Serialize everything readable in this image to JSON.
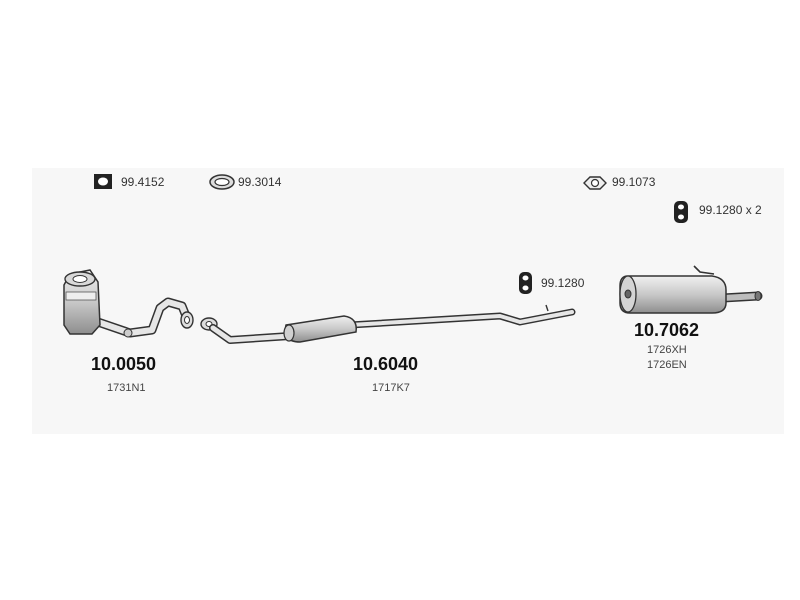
{
  "accessories": [
    {
      "icon": "square-gasket-icon",
      "code": "99.4152"
    },
    {
      "icon": "round-gasket-icon",
      "code": "99.3014"
    },
    {
      "icon": "hanger-clamp-icon",
      "code": "99.1073"
    },
    {
      "icon": "rubber-hanger-icon",
      "code": "99.1280 x 2"
    },
    {
      "icon": "rubber-hanger-icon",
      "code": "99.1280"
    }
  ],
  "parts": [
    {
      "name": "front-pipe-catalyst",
      "part_number": "10.0050",
      "oem": [
        "1731N1"
      ]
    },
    {
      "name": "middle-silencer-pipe",
      "part_number": "10.6040",
      "oem": [
        "1717K7"
      ]
    },
    {
      "name": "rear-silencer",
      "part_number": "10.7062",
      "oem": [
        "1726XH",
        "1726EN"
      ]
    }
  ],
  "colors": {
    "line": "#333333",
    "fill": "#e2e2e2",
    "shade": "#9a9a9a",
    "band": "#f7f7f7"
  }
}
